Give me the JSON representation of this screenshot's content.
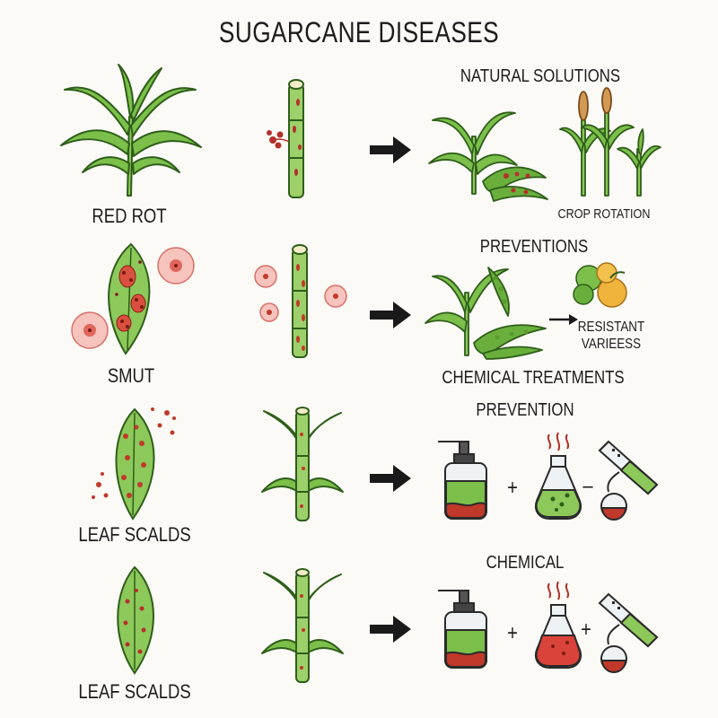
{
  "title": "SUGARCANE DISEASES",
  "rows": [
    {
      "disease": "RED ROT",
      "heading": "NATURAL SOLUTIONS",
      "note": "CROP ROTATION"
    },
    {
      "disease": "SMUT",
      "heading": "PREVENTIONS",
      "note_lines": [
        "RESISTANT",
        "VARIEESS"
      ],
      "footer": "CHEMICAL TREATMENTS"
    },
    {
      "disease": "LEAF SCALDS",
      "heading": "PREVENTION",
      "operators": [
        "+",
        "–"
      ]
    },
    {
      "disease": "LEAF SCALDS",
      "heading": "CHEMICAL",
      "operators": [
        "+",
        "+"
      ]
    }
  ],
  "colors": {
    "leaf": "#7cbf4a",
    "leaf_dark": "#3f7d22",
    "stem": "#9dd06a",
    "lesion": "#b5302a",
    "spore": "#f2a6a0",
    "arrow": "#1a1a1a"
  },
  "icons": [
    "sugarcane-plant-icon",
    "cane-stalk-icon",
    "diseased-leaf-icon",
    "spray-bottle-icon",
    "flask-icon",
    "test-tube-icon",
    "fruit-cluster-icon"
  ]
}
